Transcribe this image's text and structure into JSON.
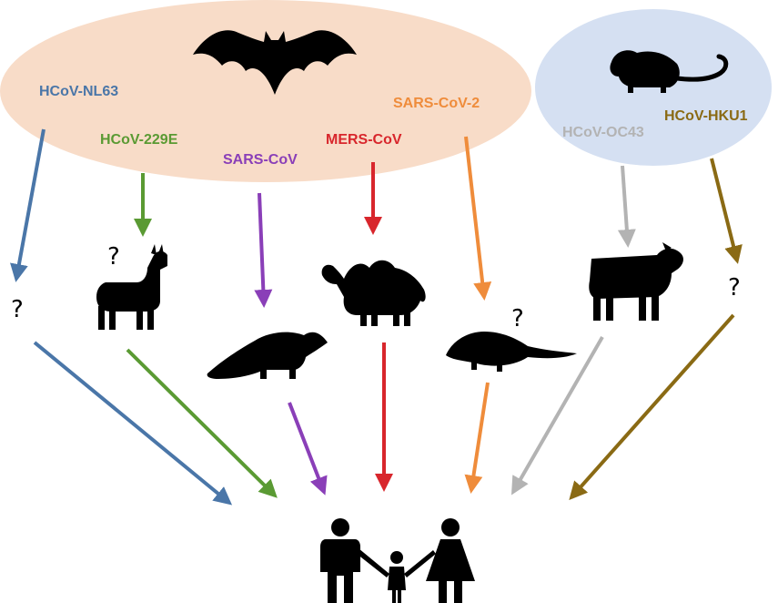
{
  "strains": [
    {
      "id": "nl63",
      "label": "HCoV-NL63",
      "color": "#4a76a8"
    },
    {
      "id": "229e",
      "label": "HCoV-229E",
      "color": "#5a9a33"
    },
    {
      "id": "sars",
      "label": "SARS-CoV",
      "color": "#8a3fb8"
    },
    {
      "id": "mers",
      "label": "MERS-CoV",
      "color": "#d8262c"
    },
    {
      "id": "sars2",
      "label": "SARS-CoV-2",
      "color": "#ef8c3b"
    },
    {
      "id": "oc43",
      "label": "HCoV-OC43",
      "color": "#b3b3b3"
    },
    {
      "id": "hku1",
      "label": "HCoV-HKU1",
      "color": "#8a6a14"
    }
  ],
  "unknown_marks": {
    "nl63_intermediate": "?",
    "alpaca": "?",
    "pangolin": "?",
    "hku1_intermediate": "?"
  },
  "reservoirs": {
    "bat_region_color": "#f8dcc8",
    "rodent_region_color": "#d5e0f2"
  },
  "icons": [
    "bat-icon",
    "rodent-icon",
    "alpaca-icon",
    "raccoon-dog-icon",
    "camel-icon",
    "pangolin-icon",
    "cow-icon",
    "human-family-icon"
  ]
}
